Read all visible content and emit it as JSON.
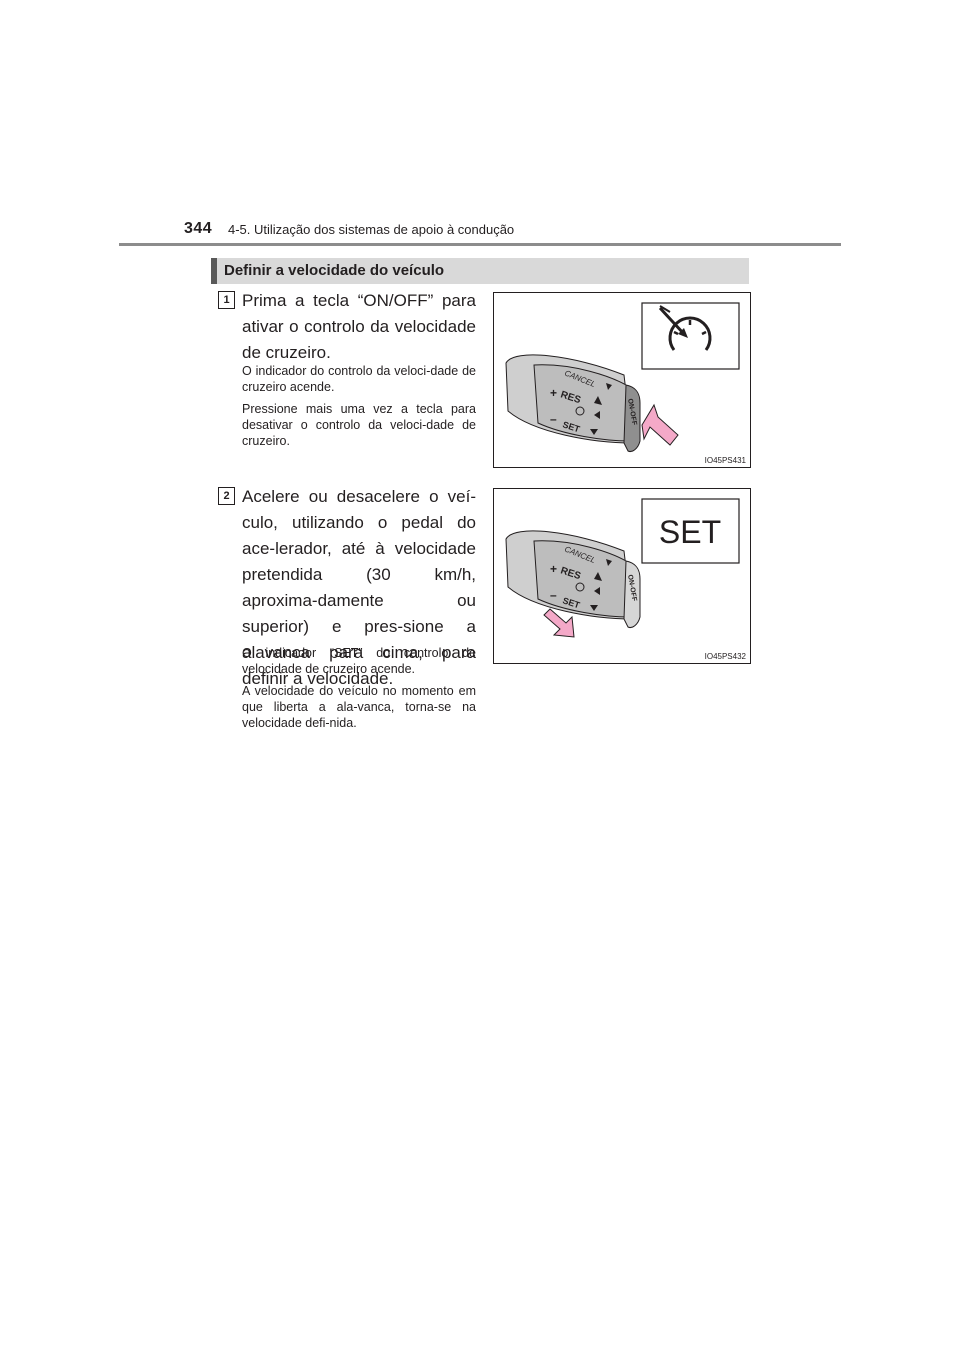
{
  "header": {
    "page_number": "344",
    "chapter": "4-5. Utilização dos sistemas de apoio à condução"
  },
  "section": {
    "title": "Definir a velocidade do veículo"
  },
  "steps": [
    {
      "number": "1",
      "main": "Prima a tecla “ON/OFF” para ativar o controlo da velocidade de cruzeiro.",
      "notes": [
        "O indicador do controlo da veloci-dade de cruzeiro acende.",
        "Pressione mais uma vez a tecla para desativar o controlo da veloci-dade de cruzeiro."
      ],
      "figure": {
        "code": "IO45PS431",
        "lever_labels": {
          "cancel": "CANCEL",
          "res": "RES",
          "set": "SET",
          "on_off": "ON-OFF",
          "plus": "+",
          "minus": "–"
        }
      }
    },
    {
      "number": "2",
      "main": "Acelere ou desacelere o veí-culo, utilizando o pedal do ace-lerador, até à velocidade pretendida (30 km/h, aproxima-damente ou superior) e pres-sione a alavanca para cima, para definir a velocidade.",
      "notes": [
        "O indicador “SET” do controlo de velocidade de cruzeiro acende.",
        "A velocidade do veículo no momento em que liberta a ala-vanca, torna-se na velocidade defi-nida."
      ],
      "figure": {
        "code": "IO45PS432",
        "display_text": "SET",
        "lever_labels": {
          "cancel": "CANCEL",
          "res": "RES",
          "set": "SET",
          "on_off": "ON-OFF",
          "plus": "+",
          "minus": "–"
        }
      }
    }
  ],
  "colors": {
    "arrow_pink": "#f4a9c8",
    "lever_grey": "#bdbdbd",
    "section_bar": "#d9d9d9"
  }
}
